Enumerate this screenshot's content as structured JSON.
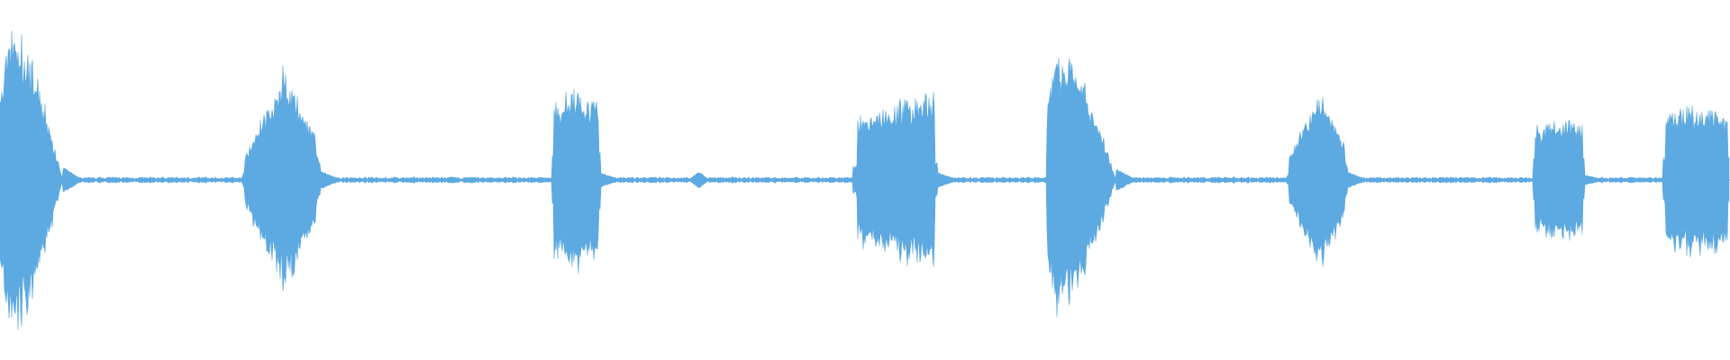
{
  "waveform": {
    "color": "#5DA9E1",
    "background": "#FFFFFF",
    "amplitude_range": [
      -1,
      1
    ],
    "duration_fraction_bursts": [
      {
        "start": 0.0,
        "end": 0.036,
        "peak": 0.97,
        "shape": "decay"
      },
      {
        "start": 0.139,
        "end": 0.185,
        "peak": 0.69,
        "shape": "diamond"
      },
      {
        "start": 0.319,
        "end": 0.347,
        "peak": 0.54,
        "shape": "block"
      },
      {
        "start": 0.493,
        "end": 0.542,
        "peak": 0.55,
        "shape": "rise"
      },
      {
        "start": 0.605,
        "end": 0.645,
        "peak": 0.83,
        "shape": "decay"
      },
      {
        "start": 0.743,
        "end": 0.779,
        "peak": 0.58,
        "shape": "diamond"
      },
      {
        "start": 0.886,
        "end": 0.916,
        "peak": 0.37,
        "shape": "block"
      },
      {
        "start": 0.961,
        "end": 1.0,
        "peak": 0.46,
        "shape": "block"
      }
    ],
    "blips": [
      {
        "at": 0.404,
        "peak": 0.05
      }
    ],
    "baseline_noise": 0.012
  }
}
